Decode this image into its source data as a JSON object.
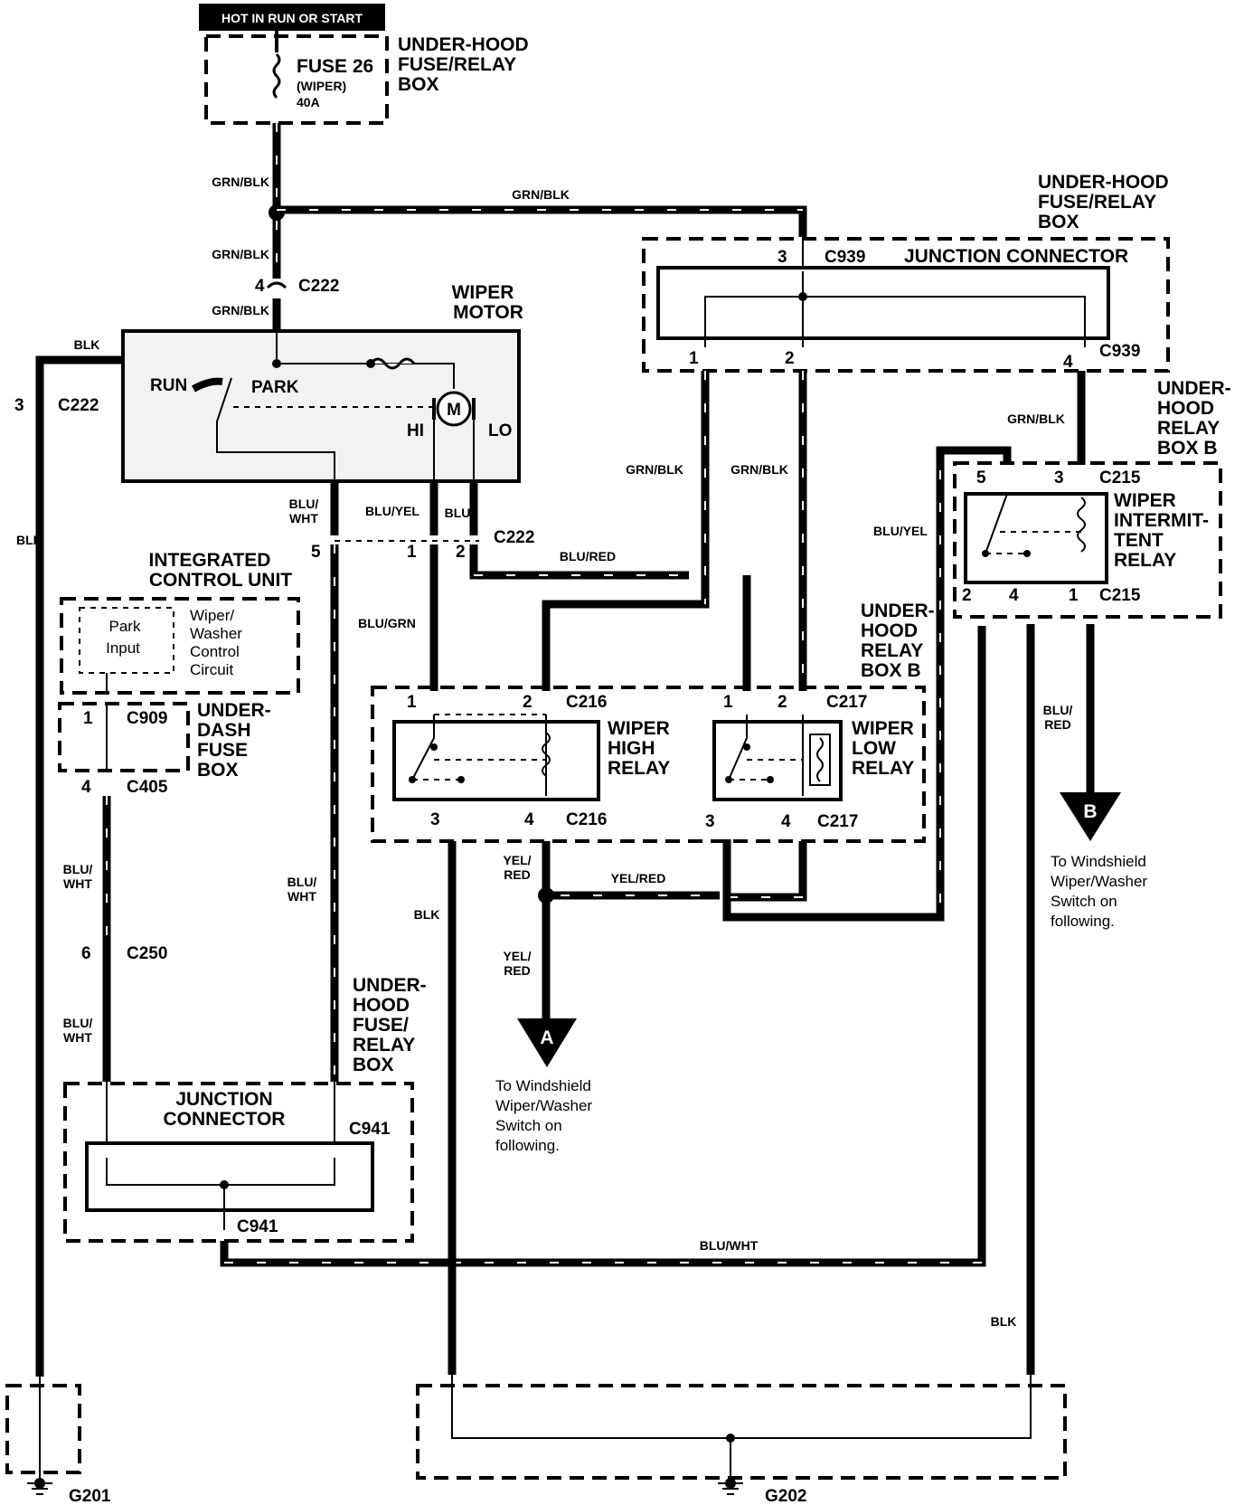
{
  "header": {
    "hot_label": "HOT IN RUN OR START"
  },
  "fuse": {
    "name": "FUSE 26",
    "sub": "(WIPER)",
    "rating": "40A"
  },
  "boxes": {
    "uh_fuse_relay_1": "UNDER-HOOD",
    "uh_fuse_relay_2": "FUSE/RELAY",
    "uh_fuse_relay_3": "BOX",
    "uh_fuse_relay_b_1": "UNDER-HOOD",
    "uh_fuse_relay_b_2": "FUSE/RELAY",
    "uh_fuse_relay_b_3": "BOX",
    "uh_relay_b_1": "UNDER-",
    "uh_relay_b_2": "HOOD",
    "uh_relay_b_3": "RELAY",
    "uh_relay_b_4": "BOX B",
    "uh_relay_b2_1": "UNDER-",
    "uh_relay_b2_2": "HOOD",
    "uh_relay_b2_3": "RELAY",
    "uh_relay_b2_4": "BOX B",
    "uh_fuse_relay_c_1": "UNDER-",
    "uh_fuse_relay_c_2": "HOOD",
    "uh_fuse_relay_c_3": "FUSE/",
    "uh_fuse_relay_c_4": "RELAY",
    "uh_fuse_relay_c_5": "BOX",
    "ud_fuse_1": "UNDER-",
    "ud_fuse_2": "DASH",
    "ud_fuse_3": "FUSE",
    "ud_fuse_4": "BOX"
  },
  "wiper_motor": {
    "title_1": "WIPER",
    "title_2": "MOTOR",
    "run": "RUN",
    "park": "PARK",
    "m": "M",
    "hi": "HI",
    "lo": "LO"
  },
  "icu": {
    "title_1": "INTEGRATED",
    "title_2": "CONTROL UNIT",
    "park_1": "Park",
    "park_2": "Input",
    "circ_1": "Wiper/",
    "circ_2": "Washer",
    "circ_3": "Control",
    "circ_4": "Circuit"
  },
  "junction": {
    "top": "JUNCTION CONNECTOR",
    "bottom_1": "JUNCTION",
    "bottom_2": "CONNECTOR"
  },
  "relays": {
    "high_1": "WIPER",
    "high_2": "HIGH",
    "high_3": "RELAY",
    "low_1": "WIPER",
    "low_2": "LOW",
    "low_3": "RELAY",
    "int_1": "WIPER",
    "int_2": "INTERMIT-",
    "int_3": "TENT",
    "int_4": "RELAY"
  },
  "connectors": {
    "c222": "C222",
    "c939": "C939",
    "c215": "C215",
    "c216": "C216",
    "c217": "C217",
    "c909": "C909",
    "c405": "C405",
    "c250": "C250",
    "c941": "C941"
  },
  "pins": {
    "p1": "1",
    "p2": "2",
    "p3": "3",
    "p4": "4",
    "p5": "5",
    "p6": "6"
  },
  "wires": {
    "grn_blk": "GRN/BLK",
    "blk": "BLK",
    "blu_wht_1": "BLU/",
    "blu_wht_2": "WHT",
    "blu_wht": "BLU/WHT",
    "blu_yel": "BLU/YEL",
    "blu": "BLU",
    "blu_red": "BLU/RED",
    "blu_red_1": "BLU/",
    "blu_red_2": "RED",
    "blu_grn": "BLU/GRN",
    "yel_red": "YEL/RED",
    "yel_red_1": "YEL/",
    "yel_red_2": "RED"
  },
  "offpage": {
    "a": "A",
    "b": "B",
    "text_1": "To Windshield",
    "text_2": "Wiper/Washer",
    "text_3": "Switch on",
    "text_4": "following."
  },
  "grounds": {
    "g201": "G201",
    "g202": "G202"
  }
}
